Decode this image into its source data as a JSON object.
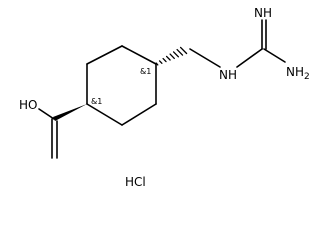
{
  "molecule": {
    "atoms": {
      "oh": "HO",
      "nh_imine": "NH",
      "nh_link": "NH",
      "nh2": "NH",
      "nh2_sub": "2"
    },
    "stereo": {
      "c1": "&1",
      "c4": "&1"
    },
    "salt": "HCl"
  }
}
